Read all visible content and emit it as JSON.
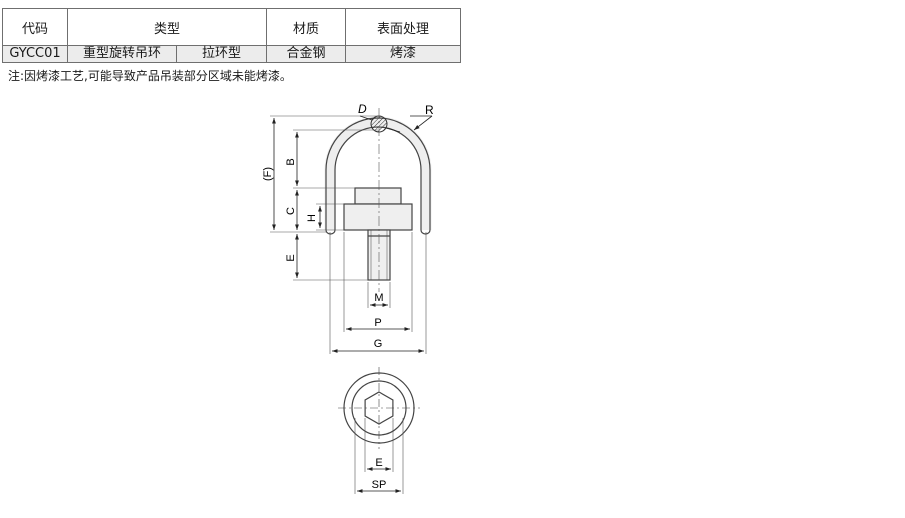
{
  "table": {
    "headers": {
      "code": "代码",
      "type": "类型",
      "material": "材质",
      "surface": "表面处理"
    },
    "row": {
      "code": "GYCC01",
      "type_main": "重型旋转吊环",
      "type_sub": "拉环型",
      "material": "合金钢",
      "surface": "烤漆"
    }
  },
  "note": "注:因烤漆工艺,可能导致产品吊装部分区域未能烤漆。",
  "drawing": {
    "labels": {
      "D": "D",
      "R": "R",
      "B": "B",
      "F": "(F)",
      "C": "C",
      "H": "H",
      "E_side": "E",
      "M": "M",
      "P": "P",
      "G": "G",
      "E_bottom": "E",
      "SP": "SP"
    }
  }
}
